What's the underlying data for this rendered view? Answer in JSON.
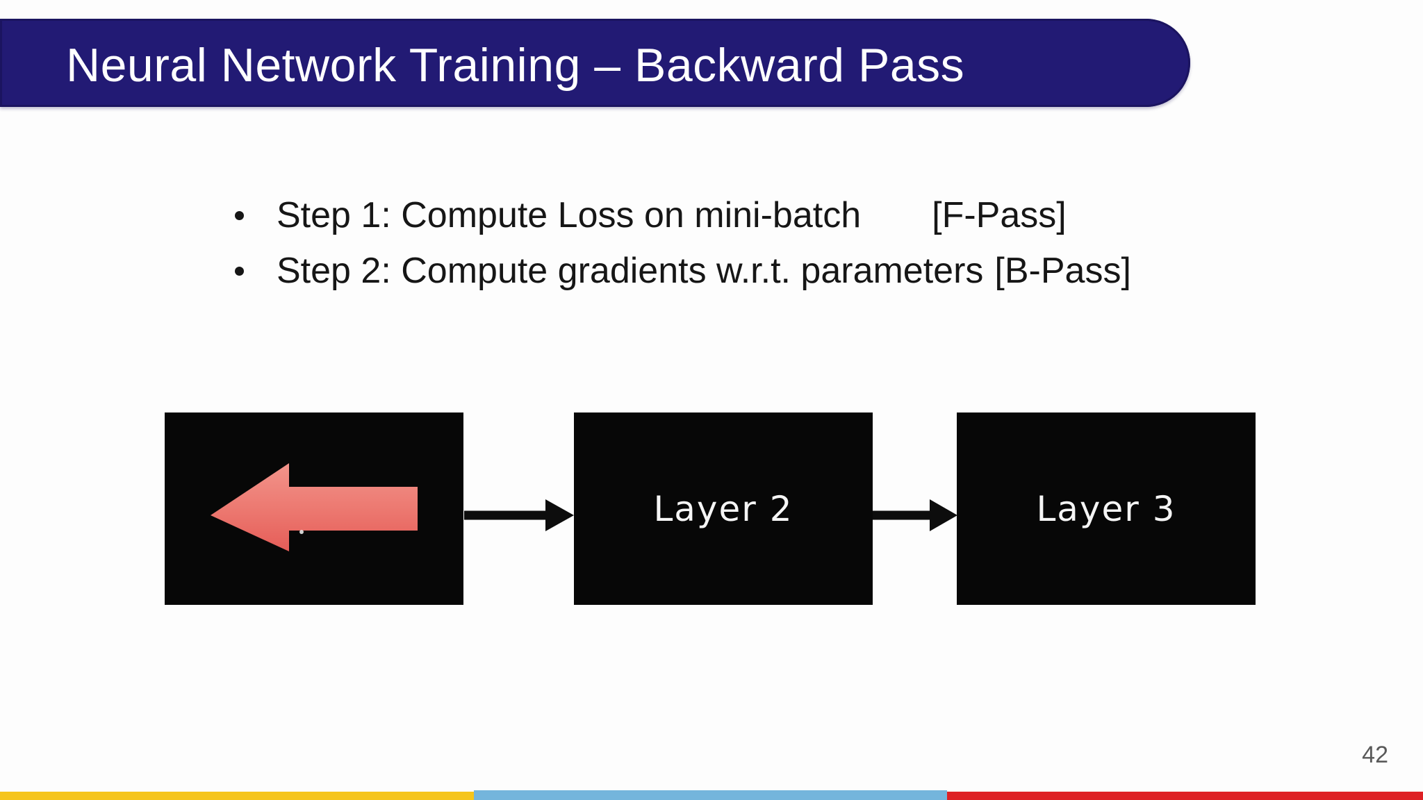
{
  "slide": {
    "title": "Neural Network Training – Backward Pass",
    "page_number": "42"
  },
  "bullets": [
    {
      "text": "Step 1: Compute Loss on mini-batch",
      "tag": "[F-Pass]"
    },
    {
      "text": "Step 2: Compute gradients w.r.t. parameters",
      "tag": "[B-Pass]"
    }
  ],
  "diagram": {
    "boxes": [
      {
        "label": "",
        "icon": "backward-arrow-icon"
      },
      {
        "label": "Layer 2"
      },
      {
        "label": "Layer 3"
      }
    ],
    "connectors": [
      "flow-arrow-icon",
      "flow-arrow-icon"
    ]
  },
  "colors": {
    "banner_navy": "#221A74",
    "back_arrow_top": "#F2948B",
    "back_arrow_bottom": "#E55D58",
    "box_black": "#070707",
    "stripe_yellow": "#F5C51C",
    "stripe_blue": "#74B5DC",
    "stripe_red": "#DE2125",
    "page_number_gray": "#595959"
  }
}
